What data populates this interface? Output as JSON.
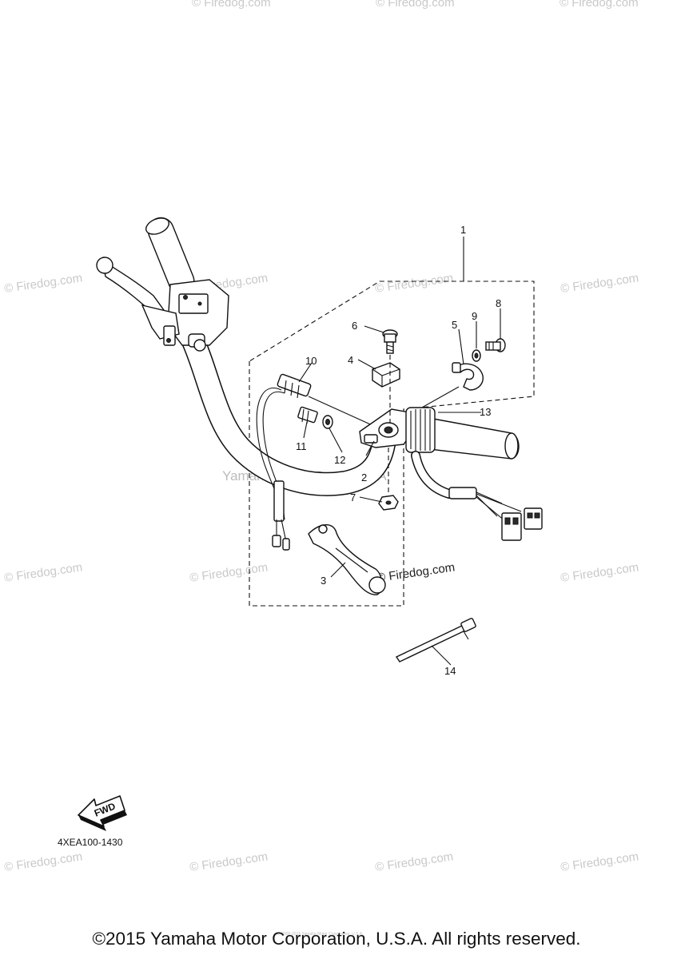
{
  "diagram": {
    "callouts": [
      {
        "id": "1",
        "label": "1"
      },
      {
        "id": "2",
        "label": "2"
      },
      {
        "id": "3",
        "label": "3"
      },
      {
        "id": "4",
        "label": "4"
      },
      {
        "id": "5",
        "label": "5"
      },
      {
        "id": "6",
        "label": "6"
      },
      {
        "id": "7",
        "label": "7"
      },
      {
        "id": "8",
        "label": "8"
      },
      {
        "id": "9",
        "label": "9"
      },
      {
        "id": "10",
        "label": "10"
      },
      {
        "id": "11",
        "label": "11"
      },
      {
        "id": "12",
        "label": "12"
      },
      {
        "id": "13",
        "label": "13"
      },
      {
        "id": "14",
        "label": "14"
      }
    ],
    "fwd_label": "FWD",
    "diagram_code": "4XEA100-1430",
    "center_watermark": "Yamaha Motor Corp. U.S.A.",
    "watermark_text": "© Firedog.com",
    "small_credit": "(c) 2000-2015 Yamaha Motor Corporation, U.S.A.",
    "footer_text": "©2015 Yamaha Motor Corporation, U.S.A. All rights reserved."
  }
}
